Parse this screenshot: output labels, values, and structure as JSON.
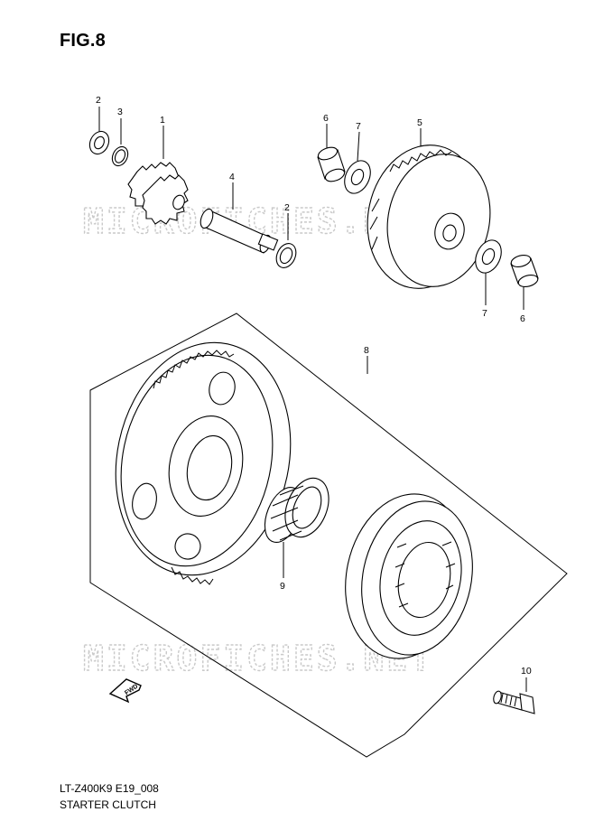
{
  "figure": {
    "title": "FIG.8",
    "model_code": "LT-Z400K9 E19_008",
    "subtitle": "STARTER CLUTCH"
  },
  "watermark": {
    "text": "MICROFICHES.NET",
    "color": "#c9c9c9"
  },
  "direction_marker": {
    "label": "FWD"
  },
  "callouts": [
    {
      "id": "callout-2a",
      "number": "2"
    },
    {
      "id": "callout-3",
      "number": "3"
    },
    {
      "id": "callout-1",
      "number": "1"
    },
    {
      "id": "callout-4",
      "number": "4"
    },
    {
      "id": "callout-2b",
      "number": "2"
    },
    {
      "id": "callout-6a",
      "number": "6"
    },
    {
      "id": "callout-7a",
      "number": "7"
    },
    {
      "id": "callout-5",
      "number": "5"
    },
    {
      "id": "callout-7b",
      "number": "7"
    },
    {
      "id": "callout-6b",
      "number": "6"
    },
    {
      "id": "callout-8",
      "number": "8"
    },
    {
      "id": "callout-9",
      "number": "9"
    },
    {
      "id": "callout-10",
      "number": "10"
    }
  ]
}
